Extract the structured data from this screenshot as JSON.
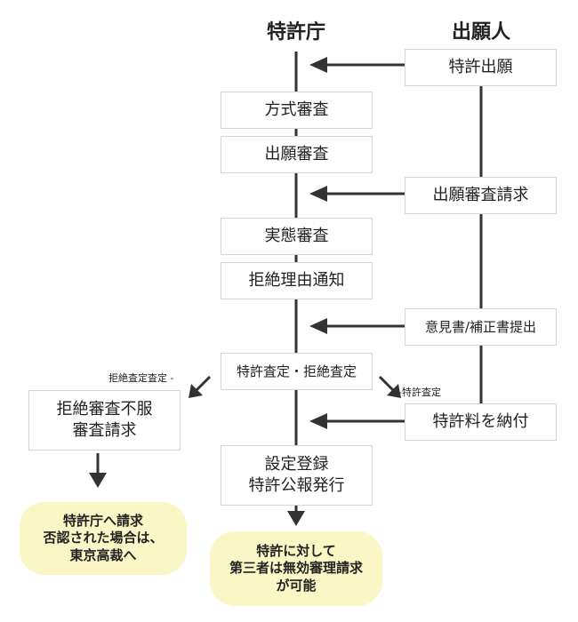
{
  "headers": {
    "office": "特許庁",
    "applicant": "出願人"
  },
  "applicant_steps": {
    "filing": "特許出願",
    "exam_request": "出願審査請求",
    "opinion": "意見書/補正書提出",
    "fee": "特許料を納付"
  },
  "office_steps": {
    "formal": "方式審査",
    "filing_exam": "出願審査",
    "substantive": "実態審査",
    "rejection_notice": "拒絶理由通知",
    "decision": "特許査定・拒絶査定",
    "registration_line1": "設定登録",
    "registration_line2": "特許公報発行"
  },
  "appeal": {
    "line1": "拒絶審査不服",
    "line2": "審査請求"
  },
  "branch_labels": {
    "reject": "拒絶査定査定 -",
    "grant": "-特許査定"
  },
  "outcomes": {
    "appeal_result": [
      "特許庁へ請求",
      "否認された場合は、",
      "東京高裁へ"
    ],
    "grant_result": [
      "特許に対して",
      "第三者は無効審理請求",
      "が可能"
    ]
  },
  "colors": {
    "line": "#333333",
    "box_border": "#d6d6d6",
    "bubble": "#fbf6c6"
  }
}
